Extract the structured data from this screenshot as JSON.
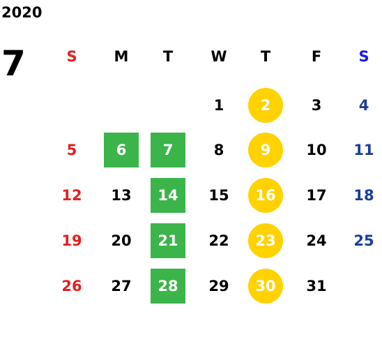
{
  "year": "2020",
  "month": "7",
  "weekdays": [
    "S",
    "M",
    "T",
    "W",
    "T",
    "F",
    "S"
  ],
  "days": [
    {
      "label": "1",
      "col": 3,
      "week": 0,
      "mark": ""
    },
    {
      "label": "2",
      "col": 4,
      "week": 0,
      "mark": "yellow"
    },
    {
      "label": "3",
      "col": 5,
      "week": 0,
      "mark": ""
    },
    {
      "label": "4",
      "col": 6,
      "week": 0,
      "mark": ""
    },
    {
      "label": "5",
      "col": 0,
      "week": 1,
      "mark": ""
    },
    {
      "label": "6",
      "col": 1,
      "week": 1,
      "mark": "green"
    },
    {
      "label": "7",
      "col": 2,
      "week": 1,
      "mark": "green"
    },
    {
      "label": "8",
      "col": 3,
      "week": 1,
      "mark": ""
    },
    {
      "label": "9",
      "col": 4,
      "week": 1,
      "mark": "yellow"
    },
    {
      "label": "10",
      "col": 5,
      "week": 1,
      "mark": ""
    },
    {
      "label": "11",
      "col": 6,
      "week": 1,
      "mark": ""
    },
    {
      "label": "12",
      "col": 0,
      "week": 2,
      "mark": ""
    },
    {
      "label": "13",
      "col": 1,
      "week": 2,
      "mark": ""
    },
    {
      "label": "14",
      "col": 2,
      "week": 2,
      "mark": "green"
    },
    {
      "label": "15",
      "col": 3,
      "week": 2,
      "mark": ""
    },
    {
      "label": "16",
      "col": 4,
      "week": 2,
      "mark": "yellow"
    },
    {
      "label": "17",
      "col": 5,
      "week": 2,
      "mark": ""
    },
    {
      "label": "18",
      "col": 6,
      "week": 2,
      "mark": ""
    },
    {
      "label": "19",
      "col": 0,
      "week": 3,
      "mark": ""
    },
    {
      "label": "20",
      "col": 1,
      "week": 3,
      "mark": ""
    },
    {
      "label": "21",
      "col": 2,
      "week": 3,
      "mark": "green"
    },
    {
      "label": "22",
      "col": 3,
      "week": 3,
      "mark": ""
    },
    {
      "label": "23",
      "col": 4,
      "week": 3,
      "mark": "yellow"
    },
    {
      "label": "24",
      "col": 5,
      "week": 3,
      "mark": ""
    },
    {
      "label": "25",
      "col": 6,
      "week": 3,
      "mark": ""
    },
    {
      "label": "26",
      "col": 0,
      "week": 4,
      "mark": ""
    },
    {
      "label": "27",
      "col": 1,
      "week": 4,
      "mark": ""
    },
    {
      "label": "28",
      "col": 2,
      "week": 4,
      "mark": "green"
    },
    {
      "label": "29",
      "col": 3,
      "week": 4,
      "mark": ""
    },
    {
      "label": "30",
      "col": 4,
      "week": 4,
      "mark": "yellow"
    },
    {
      "label": "31",
      "col": 5,
      "week": 4,
      "mark": ""
    }
  ],
  "colors": {
    "sunday": "#e61e1e",
    "saturday": "#1a3d9c",
    "saturday_header": "#1a1ae6",
    "green_mark": "#3bb54a",
    "yellow_mark": "#ffd200"
  }
}
